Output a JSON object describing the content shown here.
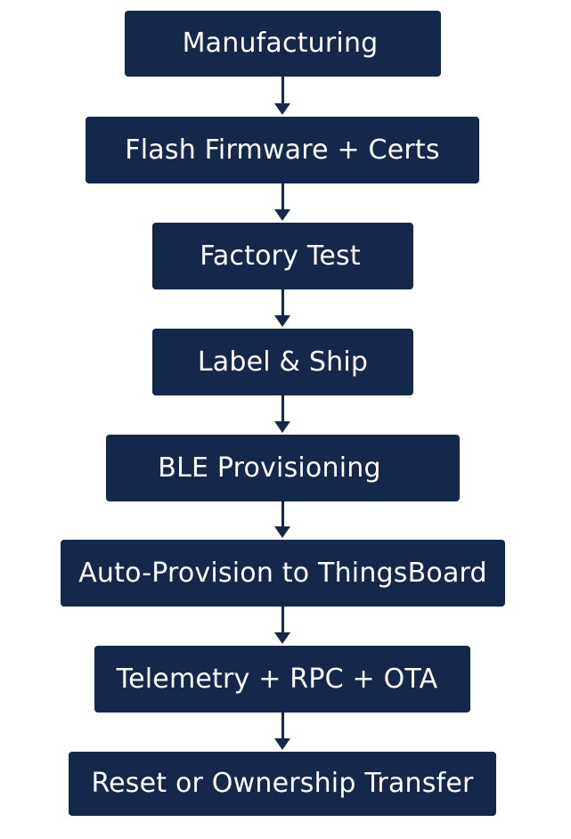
{
  "flow": {
    "steps": [
      "Manufacturing",
      "Flash Firmware + Certs",
      "Factory Test",
      "Label & Ship",
      "BLE Provisioning",
      "Auto-Provision to ThingsBoard",
      "Telemetry + RPC + OTA",
      "Reset or Ownership Transfer"
    ]
  },
  "colors": {
    "box": "#14284b",
    "text": "#ffffff",
    "arrow": "#14284b",
    "background": "#ffffff"
  }
}
